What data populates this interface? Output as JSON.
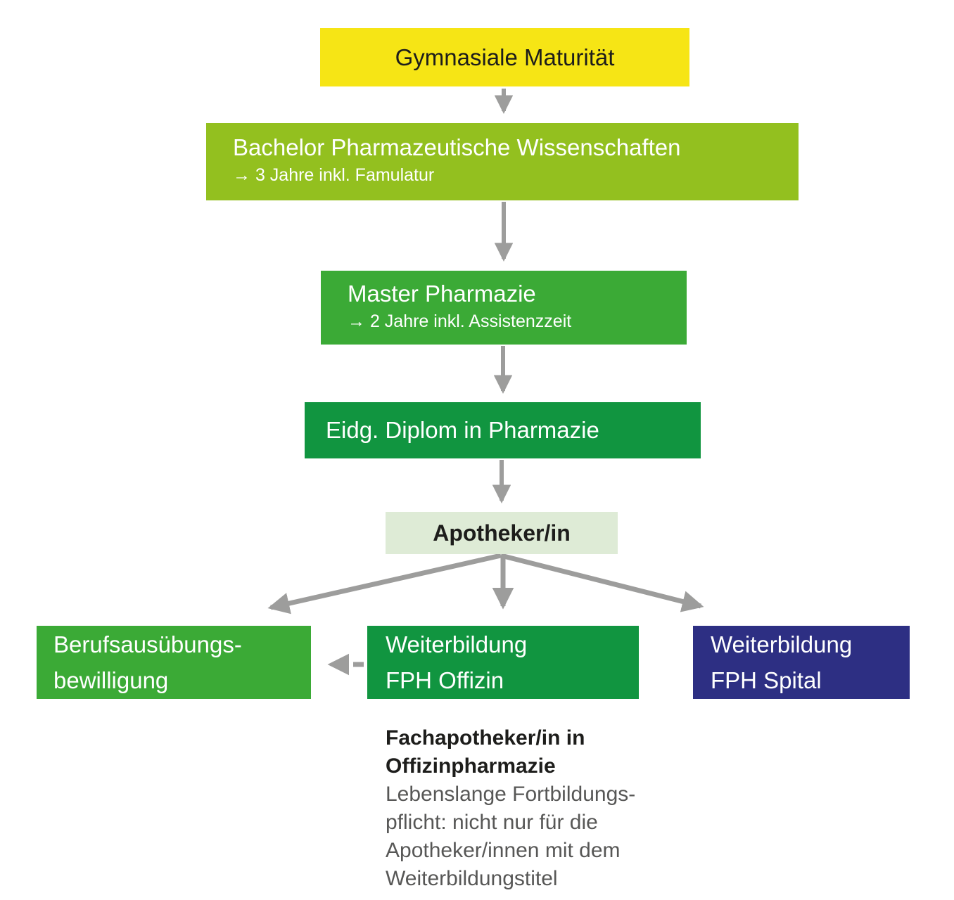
{
  "colors": {
    "yellow": "#F6E515",
    "light_green": "#93C01F",
    "medium_green": "#3BAA36",
    "dark_green": "#119540",
    "pale_green": "#DEEBD6",
    "navy": "#2D2F83",
    "arrow_gray": "#9D9D9C",
    "dark_text": "#1D1D1B",
    "note_gray": "#575756"
  },
  "flow": {
    "maturitaet": {
      "label": "Gymnasiale Maturität"
    },
    "bachelor": {
      "title": "Bachelor Pharmazeutische Wissenschaften",
      "subtitle": "→ 3 Jahre inkl. Famulatur"
    },
    "master": {
      "title": "Master Pharmazie",
      "subtitle": "→ 2 Jahre inkl. Assistenzzeit"
    },
    "diplom": {
      "title": "Eidg. Diplom in Pharmazie"
    },
    "apotheker": {
      "title": "Apotheker/in"
    },
    "berufsausuebung": {
      "line1": "Berufsausübungs-",
      "line2": "bewilligung"
    },
    "offizin": {
      "line1": "Weiterbildung",
      "line2": "FPH Offizin"
    },
    "spital": {
      "line1": "Weiterbildung",
      "line2": "FPH Spital"
    },
    "note": {
      "bold_line1": "Fachapotheker/in in",
      "bold_line2": "Offizinpharmazie",
      "line1": "Lebenslange Fortbildungs-",
      "line2": "pflicht: nicht nur für die",
      "line3": "Apotheker/innen mit dem",
      "line4": "Weiterbildungstitel"
    }
  }
}
